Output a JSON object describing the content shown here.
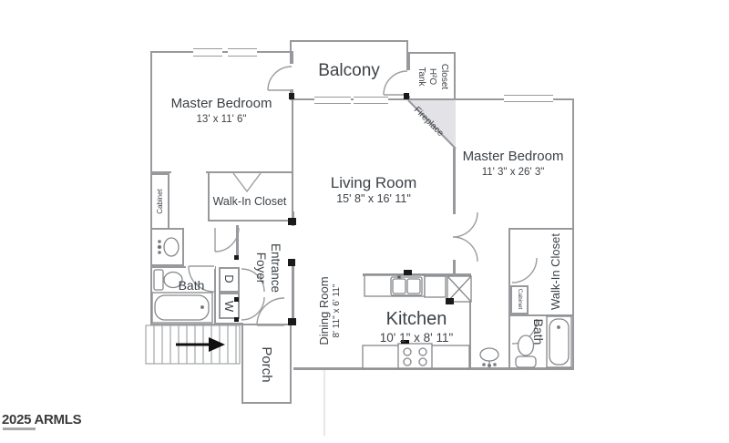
{
  "watermark": {
    "text": "2025 ARMLS"
  },
  "labels": {
    "master_left_name": "Master Bedroom",
    "master_left_dims": "13' x 11' 6\"",
    "balcony": "Balcony",
    "closet_tank_l1": "Closet",
    "closet_tank_l2": "H²O",
    "closet_tank_l3": "Tank",
    "fireplace": "Fireplace",
    "master_right_name": "Master Bedroom",
    "master_right_dims": "11' 3\" x 26' 3\"",
    "living_name": "Living Room",
    "living_dims": "15' 8\" x 16' 11\"",
    "walkin_left": "Walk-In Closet",
    "walkin_right": "Walk-In Closet",
    "cabinet_left": "Cabinet",
    "cabinet_right": "Cabinet",
    "bath_left": "Bath",
    "bath_right": "Bath",
    "foyer_l1": "Entrance",
    "foyer_l2": "Foyer",
    "dryer": "D",
    "washer": "W",
    "dining_name": "Dining Room",
    "dining_dims": "8' 11\" x 6' 11\"",
    "kitchen_name": "Kitchen",
    "kitchen_dims": "10' 1\" x 8' 11\"",
    "porch": "Porch"
  },
  "colors": {
    "wall": "#97999c",
    "text": "#3d4247",
    "fireplace_fill": "#e3e3e7",
    "marker": "#1a1a1a"
  }
}
